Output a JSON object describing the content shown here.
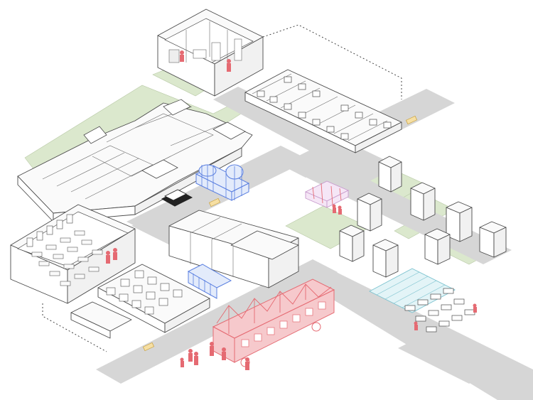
{
  "scene": {
    "palette": {
      "road": "#d6d6d6",
      "lawn": "#dbe8cd",
      "building_outline": "#4a4a4a",
      "people_highlight": "#e56a72",
      "glass_pavilion": "#5a7fe0",
      "greenhouse": "#7cc2cf",
      "lilac_pavilion": "#c79acc",
      "taxi": "#f6dfa3"
    },
    "elements": [
      "apartment-cutaway-inset",
      "townhouse-block",
      "museum-complex",
      "blue-glass-pavilion",
      "classroom-cutaway-inset",
      "white-office-block",
      "rowhouse-cluster",
      "tower-block-park",
      "lilac-pavilion",
      "greenhouse-market",
      "parking-lot",
      "pink-bus-classroom",
      "pedestrians"
    ]
  }
}
